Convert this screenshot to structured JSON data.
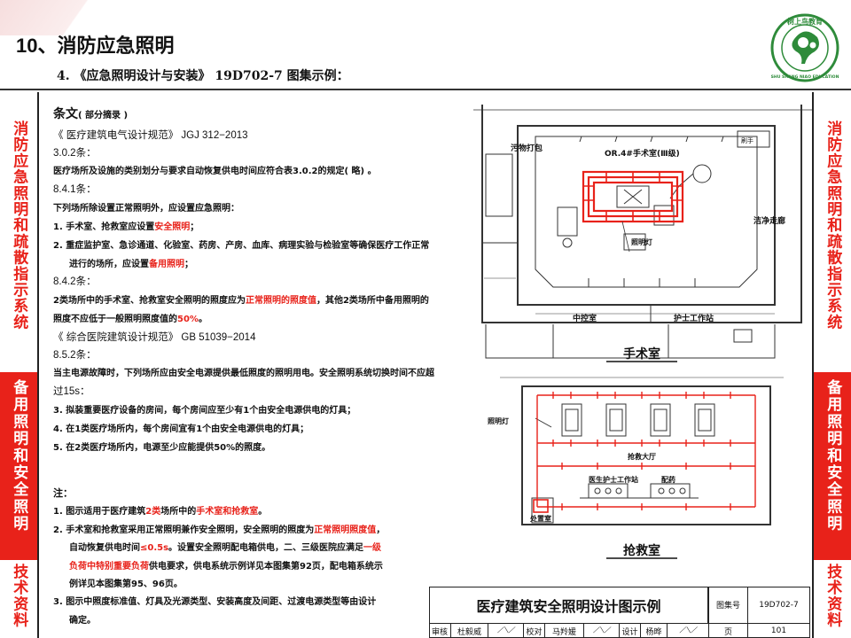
{
  "header": {
    "title_num": "10",
    "title_text": "、消防应急照明",
    "subtitle": "4. 《应急照明设计与安装》 19D702-7 图集示例："
  },
  "logo": {
    "top_text": "树上鸟教育",
    "bottom_text": "SHU SHANG NIAO EDUCATION",
    "color": "#2e8b3a"
  },
  "sidebar": {
    "block1": "消防应急照明和疏散指示系统",
    "block2": "备用照明和安全照明",
    "block3": "技术资料"
  },
  "clauses": {
    "heading": "条文",
    "heading_note": "( 部分摘录 )",
    "l1": "《 医疗建筑电气设计规范》 JGJ 312−2013",
    "l2": "3.0.2条：",
    "l3": "医疗场所及设施的类别划分与要求自动恢复供电时间应符合表3.0.2的规定( 略) 。",
    "l4": "8.4.1条：",
    "l5": "下列场所除设置正常照明外，应设置应急照明：",
    "l6a": "1. 手术室、抢救室应设置",
    "l6b": "安全照明",
    "l6c": "；",
    "l7": "2. 重症监护室、急诊通道、化验室、药房、产房、血库、病理实验与检验室等确保医疗工作正常",
    "l8a": "进行的场所，应设置",
    "l8b": "备用照明",
    "l8c": "；",
    "l9": "8.4.2条：",
    "l10a": "2类场所中的手术室、抢救室安全照明的照度应为",
    "l10b": "正常照明的照度值",
    "l10c": "，其他2类场所中备用照明的",
    "l11a": "照度不应低于一般照明照度值的",
    "l11b": "50%",
    "l11c": "。",
    "l12": "《 综合医院建筑设计规范》 GB 51039−2014",
    "l13": "8.5.2条：",
    "l14": "当主电源故障时，下列场所应由安全电源提供最低照度的照明用电。安全照明系统切换时间不应超",
    "l15": "过15s：",
    "l16": "3. 拟装重要医疗设备的房间，每个房间应至少有1个由安全电源供电的灯具；",
    "l17": "4. 在1类医疗场所内，每个房间宜有1个由安全电源供电的灯具；",
    "l18": "5. 在2类医疗场所内，电源至少应能提供50%的照度。"
  },
  "notes": {
    "heading": "注：",
    "n1a": "1. 图示适用于医疗建筑",
    "n1b": "2类",
    "n1c": "场所中的",
    "n1d": "手术室和抢救室",
    "n1e": "。",
    "n2a": "2. 手术室和抢救室采用正常照明兼作安全照明，安全照明的照度为",
    "n2b": "正常照明照度值",
    "n2c": "，",
    "n3a": "自动恢复供电时间",
    "n3b": "≤0.5s",
    "n3c": "。设置安全照明配电箱供电，二、三级医院应满足",
    "n3d": "一级",
    "n4a": "负荷中特别重要负荷",
    "n4b": "供电要求，供电系统示例详见本图集第92页，配电箱系统示",
    "n5": "例详见本图集第95、96页。",
    "n6": "3. 图示中照度标准值、灯具及光源类型、安装高度及间距、过渡电源类型等由设计",
    "n7": "确定。"
  },
  "or_plan": {
    "label_dirty": "污物打包",
    "label_room": "OR.4#手术室(Ⅲ级)",
    "label_sink": "刷手",
    "label_clean": "洁净走廊",
    "label_lamp": "照明灯",
    "label_control": "中控室",
    "label_nurse": "护士工作站",
    "caption": "手术室"
  },
  "er_plan": {
    "label_lamp": "照明灯",
    "label_hall": "抢救大厅",
    "label_desk": "医生护士工作站",
    "label_pharm": "配药",
    "label_panel": "处置室",
    "caption": "抢救室"
  },
  "titleblock": {
    "title": "医疗建筑安全照明设计图示例",
    "atlas_label": "图集号",
    "atlas_no": "19D702-7",
    "review_label": "审核",
    "reviewer": "杜毅威",
    "check_label": "校对",
    "checker": "马羚媛",
    "design_label": "设计",
    "designer": "杨晔",
    "page_label": "页",
    "page_no": "101"
  },
  "colors": {
    "accent_red": "#e8221a",
    "line": "#222222"
  }
}
